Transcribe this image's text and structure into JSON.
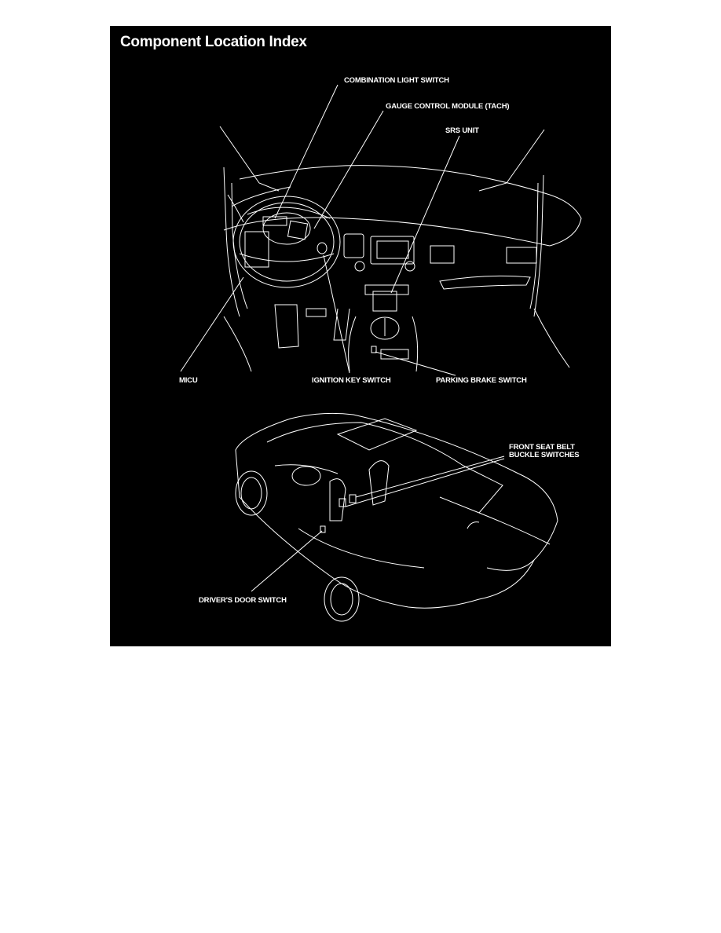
{
  "page": {
    "title": "Component Location Index",
    "background": "#000000",
    "text_color": "#ffffff"
  },
  "dashboard_view": {
    "callouts": [
      {
        "id": "combination-light-switch",
        "label": "COMBINATION LIGHT SWITCH"
      },
      {
        "id": "gauge-control-module",
        "label": "GAUGE CONTROL MODULE (TACH)"
      },
      {
        "id": "srs-unit",
        "label": "SRS UNIT"
      },
      {
        "id": "micu",
        "label": "MICU"
      },
      {
        "id": "ignition-key-switch",
        "label": "IGNITION KEY SWITCH"
      },
      {
        "id": "parking-brake-switch",
        "label": "PARKING BRAKE SWITCH"
      }
    ]
  },
  "car_view": {
    "callouts": [
      {
        "id": "front-seat-belt-buckle-switches",
        "label_line1": "FRONT SEAT BELT",
        "label_line2": "BUCKLE SWITCHES"
      },
      {
        "id": "drivers-door-switch",
        "label": "DRIVER'S DOOR SWITCH"
      }
    ]
  }
}
